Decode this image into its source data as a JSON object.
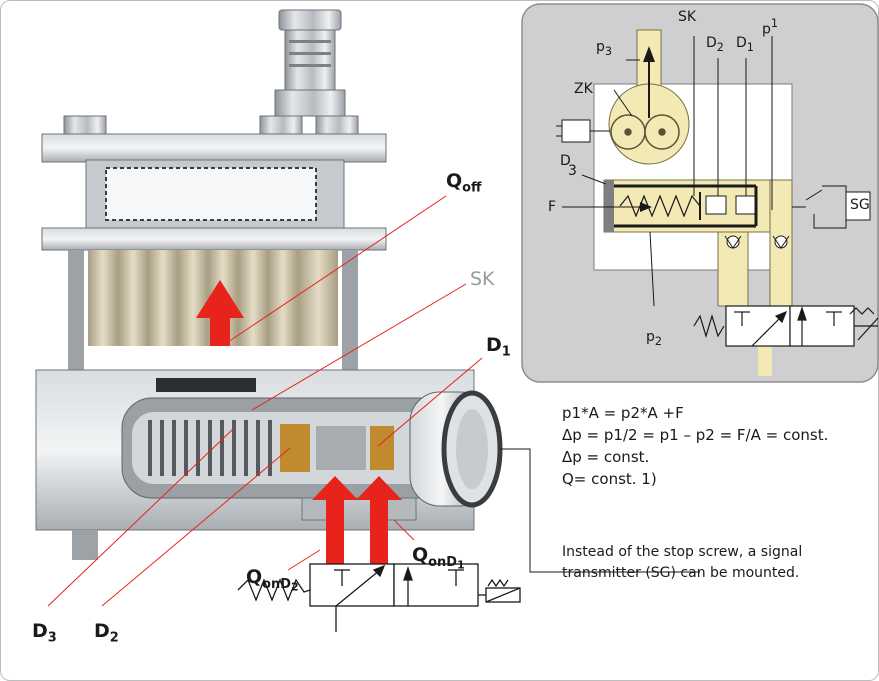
{
  "colors": {
    "arrow_red": "#e8231c",
    "yellow_fluid": "#f3e9b5",
    "inset_bg": "#cfcfd1",
    "metal": "#b8bcc0",
    "beige": "#d6ccb0"
  },
  "photo_labels": {
    "q_off": "Q",
    "q_off_sub": "off",
    "sk": "SK",
    "d1": "D",
    "d1_sub": "1",
    "d3": "D",
    "d3_sub": "3",
    "d2": "D",
    "d2_sub": "2",
    "q_on_d1": "Q",
    "q_on_d1_sub": "onD",
    "q_on_d1_subsub": "1",
    "q_on_d2": "Q",
    "q_on_d2_sub": "onD",
    "q_on_d2_subsub": "2"
  },
  "schematic_labels": {
    "sk": "SK",
    "d2": "D",
    "d2_sub": "2",
    "d1": "D",
    "d1_sub": "1",
    "p1": "p",
    "p1_sub": "1",
    "p3": "p",
    "p3_sub": "3",
    "zk": "ZK",
    "d3_a": "D",
    "d3_b": "3",
    "f": "F",
    "sg": "SG",
    "p2": "p",
    "p2_sub": "2"
  },
  "formulas": [
    "p1*A = p2*A +F",
    "Δp = p1/2 = p1 – p2 = F/A = const.",
    "Δp = const.",
    "Q= const. 1)"
  ],
  "note": {
    "line1": "Instead of the stop screw, a signal",
    "line2": "transmitter (SG) can be mounted."
  }
}
